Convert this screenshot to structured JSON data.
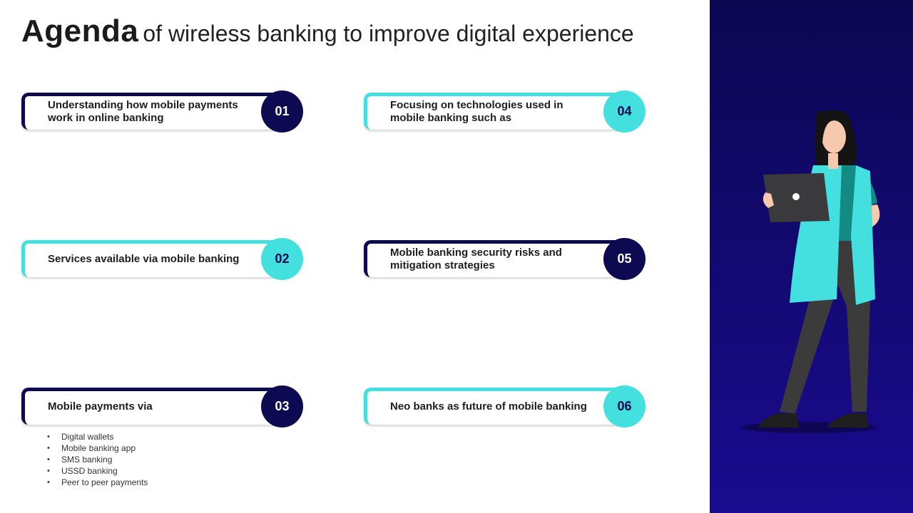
{
  "title": {
    "strong": "Agenda",
    "rest": "of wireless banking to improve digital experience"
  },
  "items": [
    {
      "number": "01",
      "text": "Understanding how mobile payments work in online banking",
      "style": "dark"
    },
    {
      "number": "02",
      "text": "Services available via mobile banking",
      "style": "teal"
    },
    {
      "number": "03",
      "text": "Mobile payments via",
      "style": "dark"
    },
    {
      "number": "04",
      "text": "Focusing on technologies used in mobile banking such as",
      "style": "teal"
    },
    {
      "number": "05",
      "text": "Mobile banking security risks and mitigation strategies",
      "style": "dark"
    },
    {
      "number": "06",
      "text": "Neo banks as future of mobile banking",
      "style": "teal"
    }
  ],
  "payment_methods": [
    "Digital wallets",
    "Mobile banking app",
    "SMS banking",
    "USSD banking",
    "Peer to peer payments"
  ],
  "colors": {
    "dark_navy": "#0d0a52",
    "teal": "#44e0df",
    "panel_top": "#0c0852",
    "panel_bottom": "#1a0a8f"
  },
  "icons": {
    "illustration": "woman-with-laptop-illustration"
  }
}
